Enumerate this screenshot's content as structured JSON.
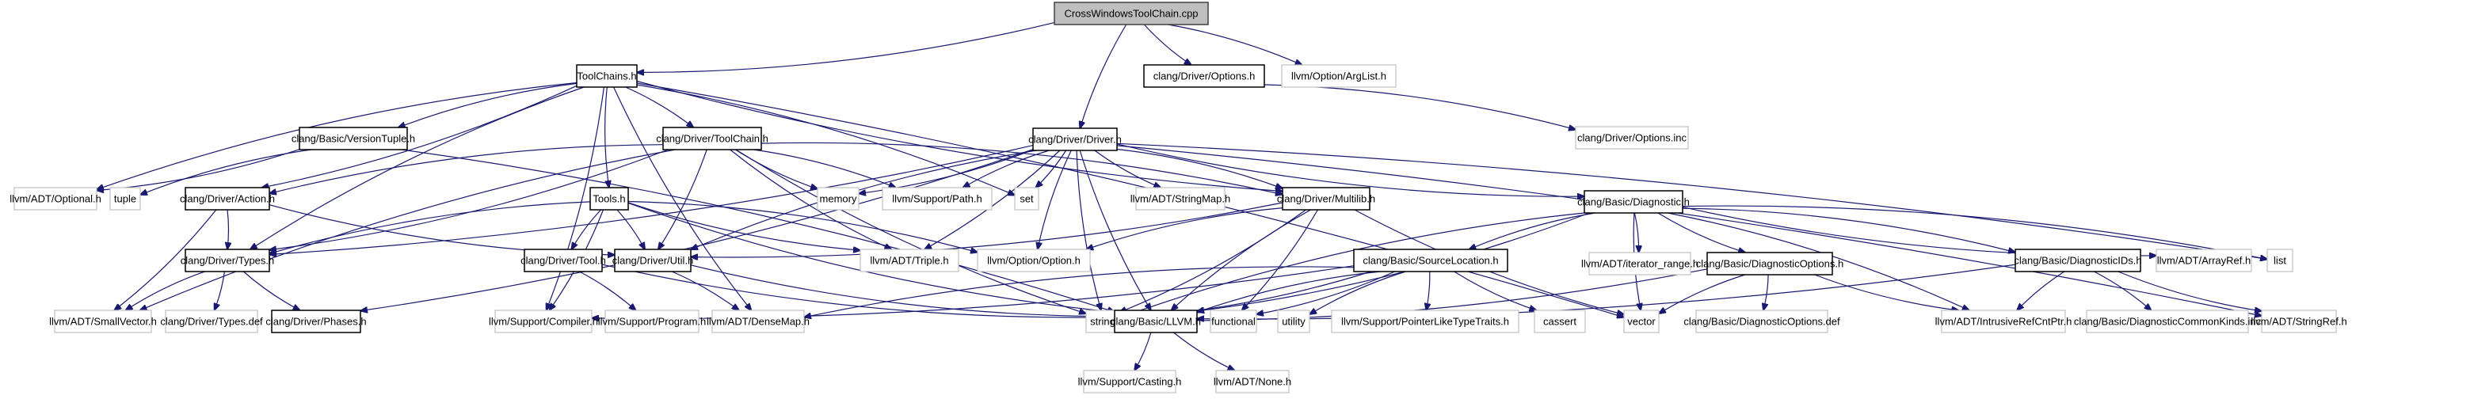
{
  "graph": {
    "title": "CrossWindowsToolChain.cpp include dependency graph",
    "colors": {
      "edge": "#191970",
      "root_fill": "#bfbfbf",
      "documented_border": "#000000",
      "external_border": "#c0c0c0"
    },
    "nodes": [
      {
        "id": "root",
        "label": "CrossWindowsToolChain.cpp",
        "kind": "root"
      },
      {
        "id": "toolchains",
        "label": "ToolChains.h",
        "kind": "documented"
      },
      {
        "id": "options_h",
        "label": "clang/Driver/Options.h",
        "kind": "documented"
      },
      {
        "id": "arglist",
        "label": "llvm/Option/ArgList.h",
        "kind": "external"
      },
      {
        "id": "options_inc",
        "label": "clang/Driver/Options.inc",
        "kind": "external"
      },
      {
        "id": "driver_h",
        "label": "clang/Driver/Driver.h",
        "kind": "documented"
      },
      {
        "id": "versiontuple",
        "label": "clang/Basic/VersionTuple.h",
        "kind": "documented"
      },
      {
        "id": "toolchain_h",
        "label": "clang/Driver/ToolChain.h",
        "kind": "documented"
      },
      {
        "id": "optional",
        "label": "llvm/ADT/Optional.h",
        "kind": "external"
      },
      {
        "id": "tuple",
        "label": "tuple",
        "kind": "external"
      },
      {
        "id": "action",
        "label": "clang/Driver/Action.h",
        "kind": "documented"
      },
      {
        "id": "tools",
        "label": "Tools.h",
        "kind": "documented"
      },
      {
        "id": "memory",
        "label": "memory",
        "kind": "external"
      },
      {
        "id": "path",
        "label": "llvm/Support/Path.h",
        "kind": "external"
      },
      {
        "id": "set",
        "label": "set",
        "kind": "external"
      },
      {
        "id": "stringmap",
        "label": "llvm/ADT/StringMap.h",
        "kind": "external"
      },
      {
        "id": "multilib",
        "label": "clang/Driver/Multilib.h",
        "kind": "documented"
      },
      {
        "id": "diagnostic",
        "label": "clang/Basic/Diagnostic.h",
        "kind": "documented"
      },
      {
        "id": "types_h",
        "label": "clang/Driver/Types.h",
        "kind": "documented"
      },
      {
        "id": "tool_h",
        "label": "clang/Driver/Tool.h",
        "kind": "documented"
      },
      {
        "id": "util_h",
        "label": "clang/Driver/Util.h",
        "kind": "documented"
      },
      {
        "id": "triple",
        "label": "llvm/ADT/Triple.h",
        "kind": "external"
      },
      {
        "id": "option_h",
        "label": "llvm/Option/Option.h",
        "kind": "external"
      },
      {
        "id": "sourceloc",
        "label": "clang/Basic/SourceLocation.h",
        "kind": "documented"
      },
      {
        "id": "iterrange",
        "label": "llvm/ADT/iterator_range.h",
        "kind": "external"
      },
      {
        "id": "diagopts",
        "label": "clang/Basic/DiagnosticOptions.h",
        "kind": "documented"
      },
      {
        "id": "diagids",
        "label": "clang/Basic/DiagnosticIDs.h",
        "kind": "documented"
      },
      {
        "id": "arrayref",
        "label": "llvm/ADT/ArrayRef.h",
        "kind": "external"
      },
      {
        "id": "list",
        "label": "list",
        "kind": "external"
      },
      {
        "id": "smallvector",
        "label": "llvm/ADT/SmallVector.h",
        "kind": "external"
      },
      {
        "id": "types_def",
        "label": "clang/Driver/Types.def",
        "kind": "external"
      },
      {
        "id": "phases",
        "label": "clang/Driver/Phases.h",
        "kind": "documented"
      },
      {
        "id": "compiler",
        "label": "llvm/Support/Compiler.h",
        "kind": "external"
      },
      {
        "id": "program",
        "label": "llvm/Support/Program.h",
        "kind": "external"
      },
      {
        "id": "densemap",
        "label": "llvm/ADT/DenseMap.h",
        "kind": "external"
      },
      {
        "id": "string",
        "label": "string",
        "kind": "external"
      },
      {
        "id": "llvm_h",
        "label": "clang/Basic/LLVM.h",
        "kind": "documented"
      },
      {
        "id": "functional",
        "label": "functional",
        "kind": "external"
      },
      {
        "id": "utility",
        "label": "utility",
        "kind": "external"
      },
      {
        "id": "ptrlike",
        "label": "llvm/Support/PointerLikeTypeTraits.h",
        "kind": "external"
      },
      {
        "id": "cassert",
        "label": "cassert",
        "kind": "external"
      },
      {
        "id": "vector",
        "label": "vector",
        "kind": "external"
      },
      {
        "id": "diagopts_def",
        "label": "clang/Basic/DiagnosticOptions.def",
        "kind": "external"
      },
      {
        "id": "intrusive",
        "label": "llvm/ADT/IntrusiveRefCntPtr.h",
        "kind": "external"
      },
      {
        "id": "diagcommon",
        "label": "clang/Basic/DiagnosticCommonKinds.inc",
        "kind": "external"
      },
      {
        "id": "stringref",
        "label": "llvm/ADT/StringRef.h",
        "kind": "external"
      },
      {
        "id": "casting",
        "label": "llvm/Support/Casting.h",
        "kind": "external"
      },
      {
        "id": "none",
        "label": "llvm/ADT/None.h",
        "kind": "external"
      }
    ],
    "edges": [
      [
        "root",
        "toolchains"
      ],
      [
        "root",
        "options_h"
      ],
      [
        "root",
        "arglist"
      ],
      [
        "root",
        "driver_h"
      ],
      [
        "options_h",
        "options_inc"
      ],
      [
        "toolchains",
        "versiontuple"
      ],
      [
        "toolchains",
        "toolchain_h"
      ],
      [
        "toolchains",
        "optional"
      ],
      [
        "toolchains",
        "action"
      ],
      [
        "toolchains",
        "tools"
      ],
      [
        "toolchains",
        "set"
      ],
      [
        "toolchains",
        "multilib"
      ],
      [
        "toolchains",
        "compiler"
      ],
      [
        "toolchains",
        "densemap"
      ],
      [
        "toolchains",
        "vector"
      ],
      [
        "toolchains",
        "types_h"
      ],
      [
        "versiontuple",
        "optional"
      ],
      [
        "versiontuple",
        "tuple"
      ],
      [
        "versiontuple",
        "llvm_h"
      ],
      [
        "toolchain_h",
        "memory"
      ],
      [
        "toolchain_h",
        "path"
      ],
      [
        "toolchain_h",
        "triple"
      ],
      [
        "toolchain_h",
        "util_h"
      ],
      [
        "toolchain_h",
        "action"
      ],
      [
        "toolchain_h",
        "types_h"
      ],
      [
        "toolchain_h",
        "smallvector"
      ],
      [
        "toolchain_h",
        "multilib"
      ],
      [
        "toolchain_h",
        "string"
      ],
      [
        "action",
        "types_h"
      ],
      [
        "action",
        "util_h"
      ],
      [
        "action",
        "smallvector"
      ],
      [
        "tools",
        "tool_h"
      ],
      [
        "tools",
        "util_h"
      ],
      [
        "tools",
        "triple"
      ],
      [
        "tools",
        "option_h"
      ],
      [
        "tools",
        "types_h"
      ],
      [
        "tools",
        "compiler"
      ],
      [
        "tools",
        "llvm_h"
      ],
      [
        "driver_h",
        "memory"
      ],
      [
        "driver_h",
        "path"
      ],
      [
        "driver_h",
        "set"
      ],
      [
        "driver_h",
        "stringmap"
      ],
      [
        "driver_h",
        "multilib"
      ],
      [
        "driver_h",
        "diagnostic"
      ],
      [
        "driver_h",
        "list"
      ],
      [
        "driver_h",
        "string"
      ],
      [
        "driver_h",
        "types_h"
      ],
      [
        "driver_h",
        "util_h"
      ],
      [
        "driver_h",
        "triple"
      ],
      [
        "driver_h",
        "option_h"
      ],
      [
        "driver_h",
        "phases"
      ],
      [
        "driver_h",
        "llvm_h"
      ],
      [
        "driver_h",
        "stringref"
      ],
      [
        "multilib",
        "option_h"
      ],
      [
        "multilib",
        "string"
      ],
      [
        "multilib",
        "llvm_h"
      ],
      [
        "multilib",
        "functional"
      ],
      [
        "multilib",
        "vector"
      ],
      [
        "multilib",
        "util_h"
      ],
      [
        "diagnostic",
        "sourceloc"
      ],
      [
        "diagnostic",
        "iterrange"
      ],
      [
        "diagnostic",
        "diagopts"
      ],
      [
        "diagnostic",
        "diagids"
      ],
      [
        "diagnostic",
        "arrayref"
      ],
      [
        "diagnostic",
        "list"
      ],
      [
        "diagnostic",
        "vector"
      ],
      [
        "diagnostic",
        "intrusive"
      ],
      [
        "diagnostic",
        "string"
      ],
      [
        "diagnostic",
        "llvm_h"
      ],
      [
        "types_h",
        "smallvector"
      ],
      [
        "types_h",
        "types_def"
      ],
      [
        "types_h",
        "phases"
      ],
      [
        "tool_h",
        "program"
      ],
      [
        "tool_h",
        "llvm_h"
      ],
      [
        "util_h",
        "densemap"
      ],
      [
        "util_h",
        "llvm_h"
      ],
      [
        "sourceloc",
        "string"
      ],
      [
        "sourceloc",
        "llvm_h"
      ],
      [
        "sourceloc",
        "functional"
      ],
      [
        "sourceloc",
        "utility"
      ],
      [
        "sourceloc",
        "ptrlike"
      ],
      [
        "sourceloc",
        "cassert"
      ],
      [
        "sourceloc",
        "compiler"
      ],
      [
        "sourceloc",
        "densemap"
      ],
      [
        "diagopts",
        "string"
      ],
      [
        "diagopts",
        "vector"
      ],
      [
        "diagopts",
        "diagopts_def"
      ],
      [
        "diagopts",
        "intrusive"
      ],
      [
        "diagids",
        "llvm_h"
      ],
      [
        "diagids",
        "intrusive"
      ],
      [
        "diagids",
        "diagcommon"
      ],
      [
        "diagids",
        "stringref"
      ],
      [
        "llvm_h",
        "casting"
      ],
      [
        "llvm_h",
        "none"
      ]
    ]
  }
}
